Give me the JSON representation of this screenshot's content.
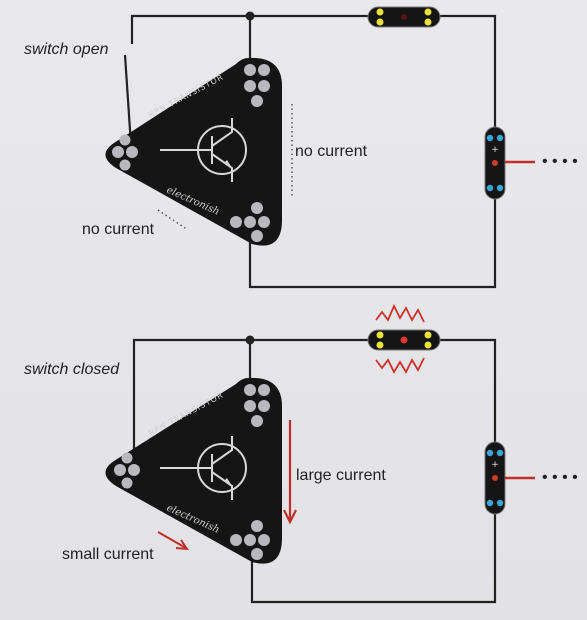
{
  "top": {
    "switch_label": "switch open",
    "right_label": "no current",
    "bottom_label": "no current",
    "transistor_title": "NPN TRANSISTOR",
    "brand": "electronish"
  },
  "bottom": {
    "switch_label": "switch closed",
    "right_label": "large current",
    "bottom_label": "small current",
    "transistor_title": "NPN TRANSISTOR",
    "brand": "electronish"
  },
  "icons": [
    "npn-transistor-symbol-icon",
    "led-module-icon",
    "battery-module-icon",
    "glow-burst-icon",
    "current-arrow-icon"
  ],
  "colors": {
    "wire": "#222222",
    "pcb": "#151515",
    "pad": "#b9b9bd",
    "current_arrow": "#c0302a",
    "led_yellow": "#e8e23a",
    "led_red": "#e03a2a",
    "battery_blue": "#3aa6d8"
  }
}
